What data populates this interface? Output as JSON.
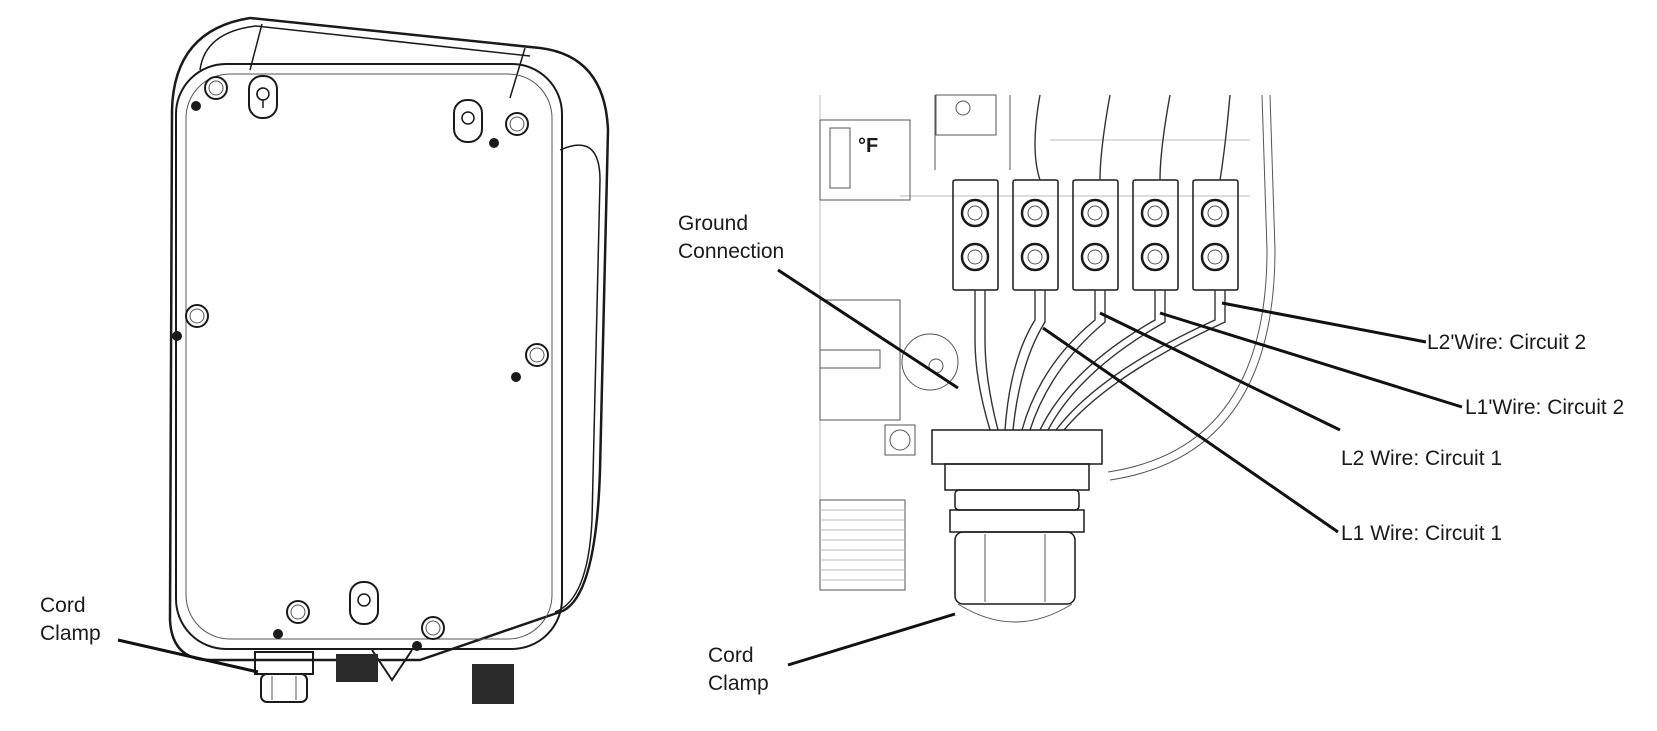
{
  "left_figure": {
    "labels": {
      "cord_clamp_line1": "Cord",
      "cord_clamp_line2": "Clamp"
    }
  },
  "right_figure": {
    "labels": {
      "ground_line1": "Ground",
      "ground_line2": "Connection",
      "cord_clamp_line1": "Cord",
      "cord_clamp_line2": "Clamp",
      "l2_prime": "L2'Wire: Circuit 2",
      "l1_prime": "L1'Wire: Circuit 2",
      "l2": "L2 Wire: Circuit 1",
      "l1": "L1 Wire: Circuit 1",
      "temp_unit": "°F"
    }
  }
}
